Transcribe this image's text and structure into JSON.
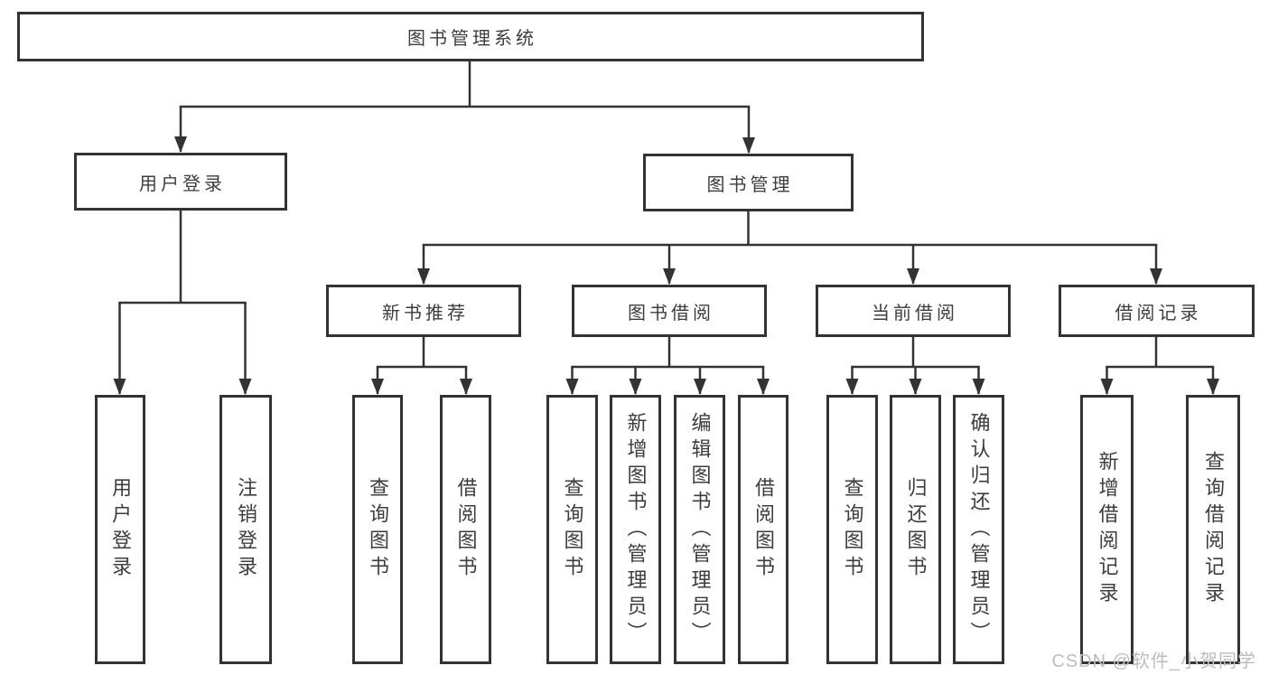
{
  "nodes": {
    "root": "图书管理系统",
    "level2": [
      "用户登录",
      "图书管理"
    ],
    "level3": [
      "新书推荐",
      "图书借阅",
      "当前借阅",
      "借阅记录"
    ],
    "leaves": [
      "用户登录",
      "注销登录",
      "查询图书",
      "借阅图书",
      "查询图书",
      "新增图书（管理员）",
      "编辑图书（管理员）",
      "借阅图书",
      "查询图书",
      "归还图书",
      "确认归还（管理员）",
      "新增借阅记录",
      "查询借阅记录"
    ]
  },
  "hierarchy": {
    "图书管理系统": {
      "用户登录": [
        "用户登录",
        "注销登录"
      ],
      "图书管理": {
        "新书推荐": [
          "查询图书",
          "借阅图书"
        ],
        "图书借阅": [
          "查询图书",
          "新增图书（管理员）",
          "编辑图书（管理员）",
          "借阅图书"
        ],
        "当前借阅": [
          "查询图书",
          "归还图书",
          "确认归还（管理员）"
        ],
        "借阅记录": [
          "新增借阅记录",
          "查询借阅记录"
        ]
      }
    }
  },
  "watermark": "CSDN @软件_小贺同学",
  "colors": {
    "line": "#333333",
    "text": "#3d3d3d",
    "watermark": "#bdbdbd",
    "background": "#ffffff"
  }
}
